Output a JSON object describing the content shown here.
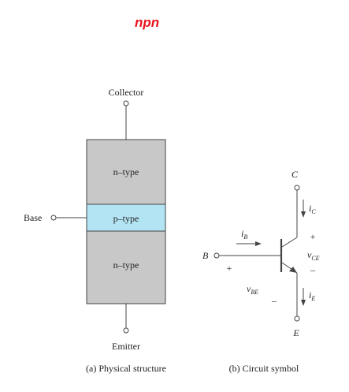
{
  "title": "npn",
  "colors": {
    "title": "#e8141c",
    "ntype_fill": "#c8c8c8",
    "ptype_fill": "#b3e4f4",
    "stroke": "#444444"
  },
  "physical": {
    "collector_label": "Collector",
    "emitter_label": "Emitter",
    "base_label": "Base",
    "top_region": "n–type",
    "middle_region": "p–type",
    "bottom_region": "n–type",
    "caption": "(a) Physical structure"
  },
  "symbol": {
    "collector_terminal": "C",
    "emitter_terminal": "E",
    "base_terminal": "B",
    "ib_main": "i",
    "ib_sub": "B",
    "ic_main": "i",
    "ic_sub": "C",
    "ie_main": "i",
    "ie_sub": "E",
    "vce_main": "v",
    "vce_sub": "CE",
    "vbe_main": "v",
    "vbe_sub": "BE",
    "plus": "+",
    "minus": "–",
    "caption": "(b) Circuit symbol"
  }
}
